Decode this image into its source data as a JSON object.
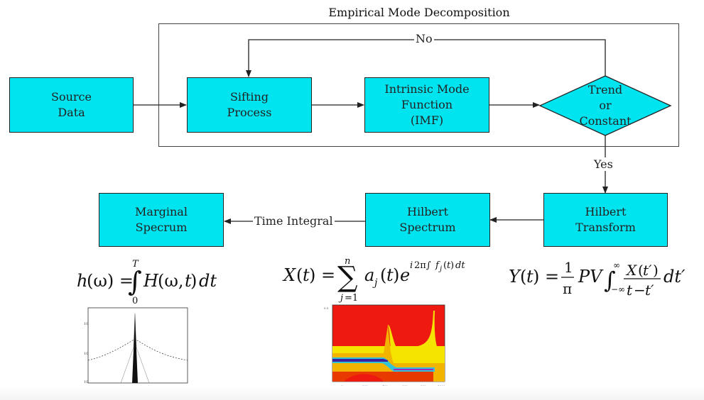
{
  "diagram": {
    "title": "Empirical Mode Decomposition",
    "nodes": {
      "source": [
        "Source",
        "Data"
      ],
      "sifting": [
        "Sifting",
        "Process"
      ],
      "imf": [
        "Intrinsic Mode",
        "Function",
        "(IMF)"
      ],
      "decision": [
        "Trend",
        "or",
        "Constant"
      ],
      "hilbert_transform": [
        "Hilbert",
        "Transform"
      ],
      "hilbert_spectrum": [
        "Hilbert",
        "Spectrum"
      ],
      "marginal": [
        "Marginal",
        "Specrum"
      ]
    },
    "edges": {
      "no_label": "No",
      "yes_label": "Yes",
      "time_integral_label": "Time Integral"
    }
  },
  "formulas": {
    "marginal": "h(ω) = ∫₀ᵀ H(ω,t) dt",
    "hilbert_spectrum": "X(t) = Σ_{j=1}^{n} a_j(t) e^{i2π∫ f_j(t) dt}",
    "hilbert_transform": "Y(t) = (1/π) PV ∫_{−∞}^{∞} X(t′)/(t − t′) dt′"
  },
  "colors": {
    "box_fill": "#00e4f0",
    "stroke": "#222222"
  }
}
